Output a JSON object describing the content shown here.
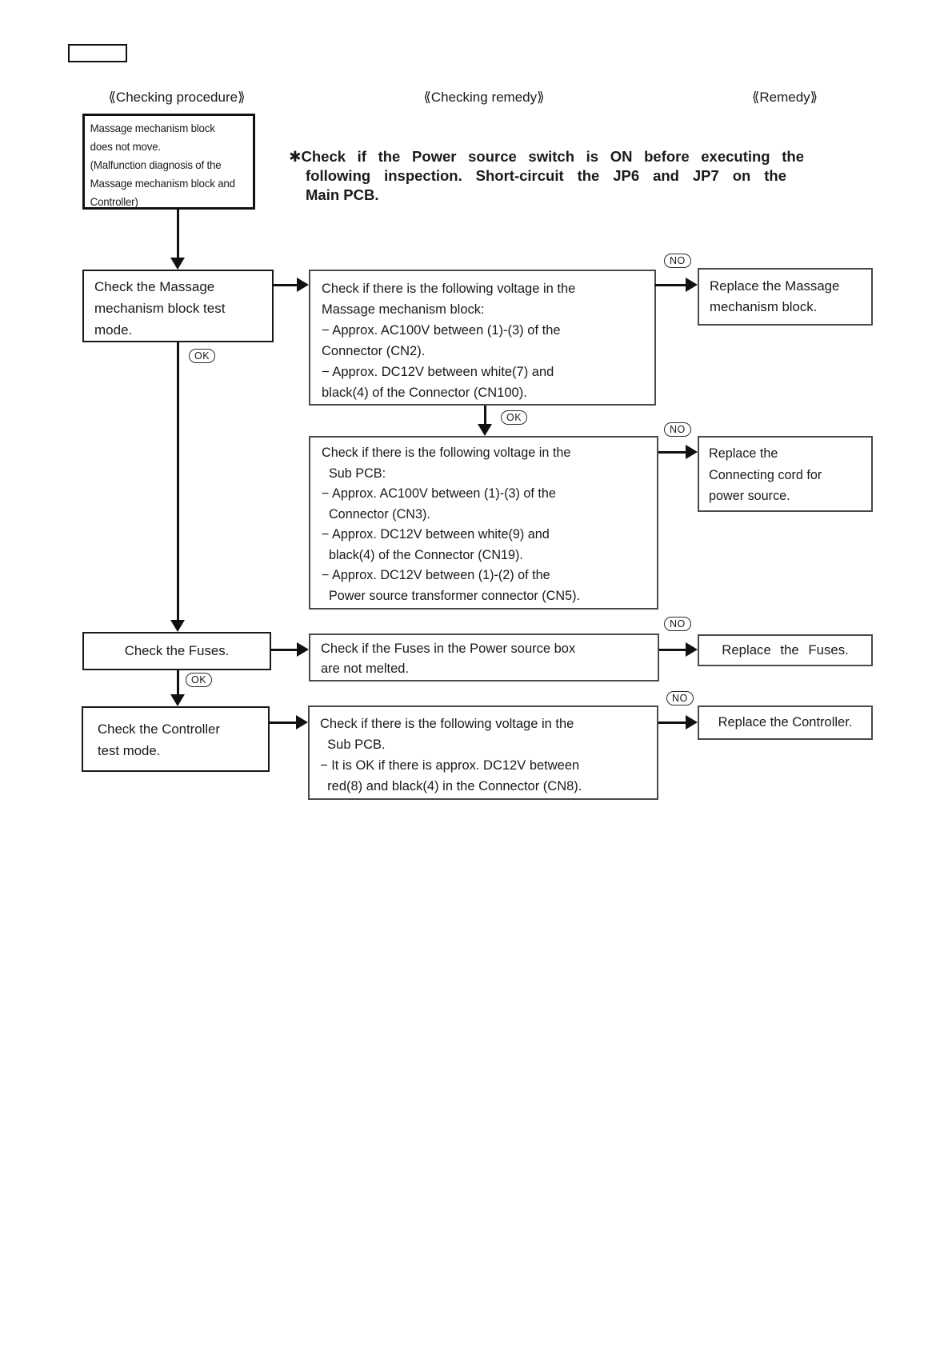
{
  "page": {
    "column_headers": {
      "procedure": "《Checking procedure》",
      "checking_remedy": "《Checking remedy》",
      "remedy": "《Remedy》"
    },
    "note_lines": [
      "＊Check if the Power source switch is ON before executing the",
      "following inspection. Short-circuit the JP6 and JP7 on the",
      "Main PCB."
    ]
  },
  "labels": {
    "ok": "OK",
    "no": "NO"
  },
  "problem_box": {
    "lines": [
      "Massage mechanism block",
      "does not move.",
      "(Malfunction diagnosis of the",
      "Massage mechanism block and",
      "Controller)"
    ]
  },
  "flow": {
    "row1": {
      "procedure": {
        "lines": [
          "Check the Massage",
          "mechanism block test",
          "mode."
        ]
      },
      "check": {
        "lines": [
          "Check if there is the following voltage in the",
          "Massage mechanism block:",
          "− Approx. AC100V between (1)-(3) of the",
          "Connector (CN2).",
          "− Approx. DC12V between white(7) and",
          "black(4) of the Connector (CN100)."
        ]
      },
      "remedy": {
        "lines": [
          "Replace the Massage",
          "mechanism block."
        ]
      }
    },
    "row2": {
      "check": {
        "lines": [
          "Check if there is the following voltage in the",
          "  Sub PCB:",
          "− Approx. AC100V between (1)-(3) of the",
          "  Connector (CN3).",
          "− Approx. DC12V between white(9) and",
          "  black(4) of the Connector (CN19).",
          "− Approx. DC12V between (1)-(2) of the",
          "  Power source transformer connector (CN5)."
        ]
      },
      "remedy": {
        "lines": [
          "Replace the",
          "Connecting cord for",
          "power source."
        ]
      }
    },
    "row3": {
      "procedure": {
        "lines": [
          "Check the Fuses."
        ]
      },
      "check": {
        "lines": [
          "Check if the Fuses in the Power source box",
          "are not melted."
        ]
      },
      "remedy": {
        "lines": [
          "Replace the Fuses."
        ]
      }
    },
    "row4": {
      "procedure": {
        "lines": [
          "Check the Controller",
          "test mode."
        ]
      },
      "check": {
        "lines": [
          "Check if there is the following voltage in the",
          "  Sub PCB.",
          "− It is OK if there is approx. DC12V between",
          "  red(8) and black(4) in the Connector (CN8)."
        ]
      },
      "remedy": {
        "lines": [
          "Replace the Controller."
        ]
      }
    }
  }
}
